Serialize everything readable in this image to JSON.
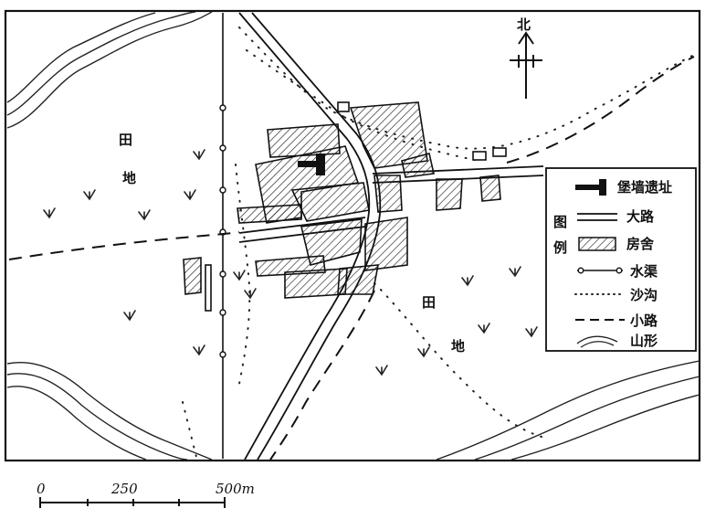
{
  "map": {
    "north_label": "北",
    "field_label_west": [
      "田",
      "地"
    ],
    "field_label_east": [
      "田",
      "地"
    ],
    "legend": {
      "title": [
        "图",
        "例"
      ],
      "items": [
        {
          "symbol": "wall-ruins-symbol",
          "label": "堡墙遗址"
        },
        {
          "symbol": "main-road-symbol",
          "label": "大路"
        },
        {
          "symbol": "house-hatch-symbol",
          "label": "房舍"
        },
        {
          "symbol": "canal-symbol",
          "label": "水渠"
        },
        {
          "symbol": "sand-gully-symbol",
          "label": "沙沟"
        },
        {
          "symbol": "path-symbol",
          "label": "小路"
        },
        {
          "symbol": "mountain-symbol",
          "label": "山形"
        }
      ]
    },
    "scale": {
      "ticks": [
        "0",
        "250",
        "500m"
      ]
    }
  }
}
